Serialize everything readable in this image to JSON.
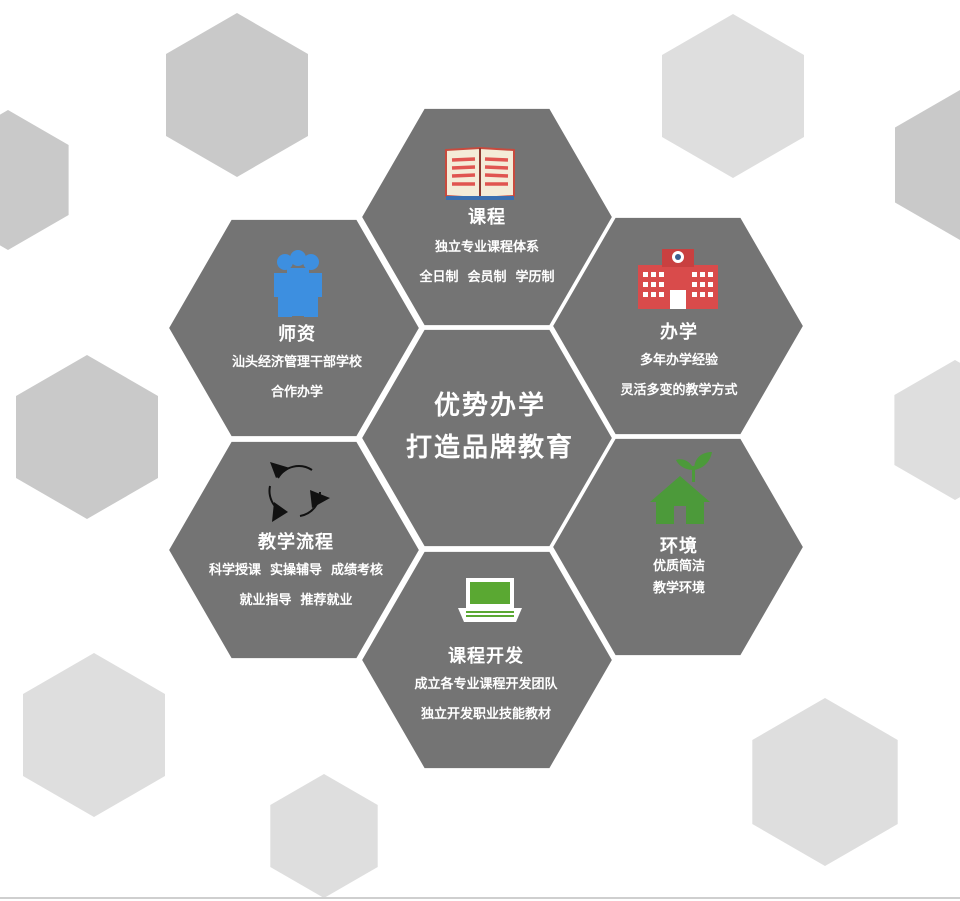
{
  "colors": {
    "hex_fill": "#747474",
    "bg_hex_light": "#dedede",
    "bg_hex_mid": "#c9c9c9",
    "icon_blue": "#3d8fe0",
    "icon_red": "#d94b4b",
    "icon_green": "#4c9a3a"
  },
  "center": {
    "line1": "优势办学",
    "line2": "打造品牌教育"
  },
  "hexes": {
    "curriculum": {
      "icon": "open-book-icon",
      "title": "课程",
      "line1": "独立专业课程体系",
      "line2": "全日制  会员制  学历制"
    },
    "teachers": {
      "icon": "people-icon",
      "title": "师资",
      "line1": "汕头经济管理干部学校",
      "line2": "合作办学"
    },
    "school": {
      "icon": "school-building-icon",
      "title": "办学",
      "line1": "多年办学经验",
      "line2": "灵活多变的教学方式"
    },
    "process": {
      "icon": "cycle-arrows-icon",
      "title": "教学流程",
      "line1": "科学授课  实操辅导  成绩考核",
      "line2": "就业指导  推荐就业"
    },
    "environment": {
      "icon": "green-house-icon",
      "title": "环境",
      "line1": "优质简洁",
      "line2": "教学环境"
    },
    "development": {
      "icon": "laptop-icon",
      "title": "课程开发",
      "line1": "成立各专业课程开发团队",
      "line2": "独立开发职业技能教材"
    }
  }
}
